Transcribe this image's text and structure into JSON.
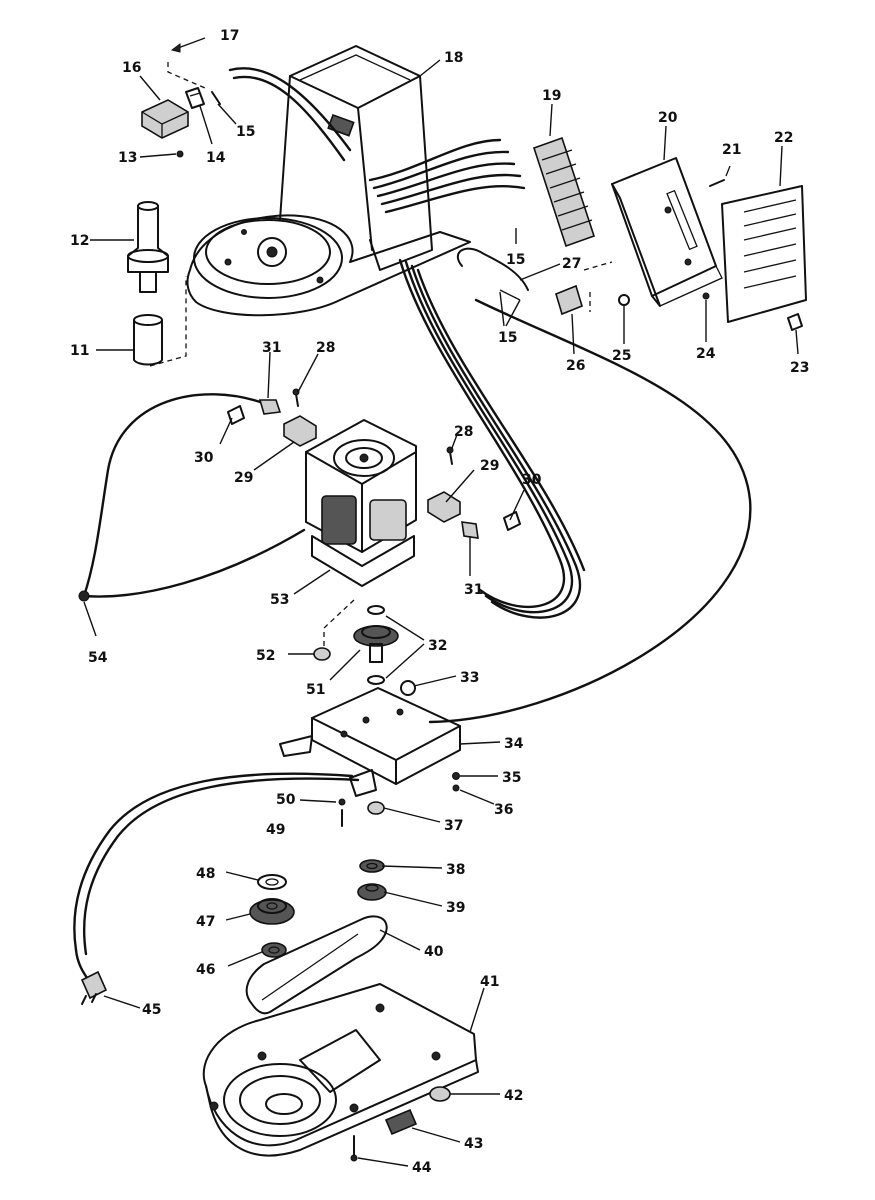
{
  "callouts": {
    "c11": "11",
    "c12": "12",
    "c13": "13",
    "c14": "14",
    "c15a": "15",
    "c15b": "15",
    "c15c": "15",
    "c16": "16",
    "c17": "17",
    "c18": "18",
    "c19": "19",
    "c20": "20",
    "c21": "21",
    "c22": "22",
    "c23": "23",
    "c24": "24",
    "c25": "25",
    "c26": "26",
    "c27": "27",
    "c28a": "28",
    "c28b": "28",
    "c29a": "29",
    "c29b": "29",
    "c30a": "30",
    "c30b": "30",
    "c31a": "31",
    "c31b": "31",
    "c32": "32",
    "c33": "33",
    "c34": "34",
    "c35": "35",
    "c36": "36",
    "c37": "37",
    "c38": "38",
    "c39": "39",
    "c40": "40",
    "c41": "41",
    "c42": "42",
    "c43": "43",
    "c44": "44",
    "c45": "45",
    "c46": "46",
    "c47": "47",
    "c48": "48",
    "c49": "49",
    "c50": "50",
    "c51": "51",
    "c52": "52",
    "c53": "53",
    "c54": "54"
  },
  "colors": {
    "ink": "#111111",
    "paper": "#ffffff"
  }
}
